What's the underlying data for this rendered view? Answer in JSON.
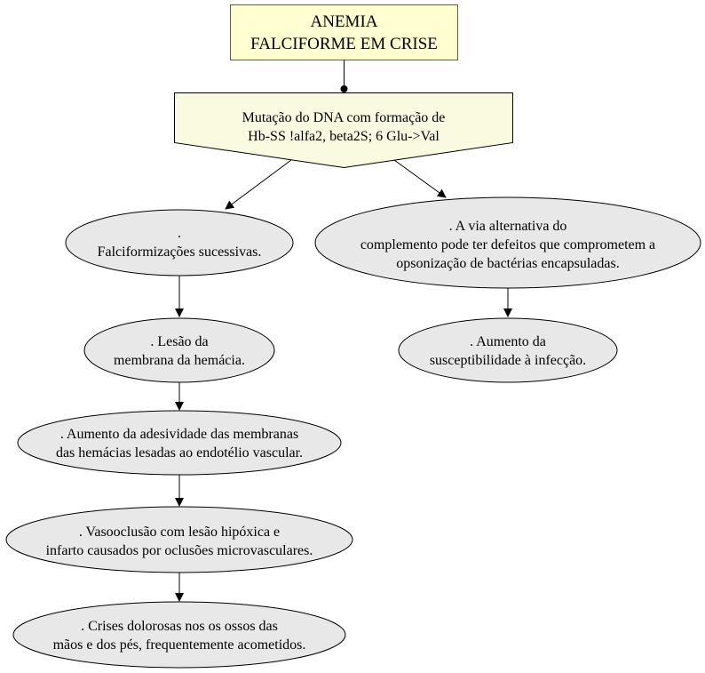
{
  "colors": {
    "title_fill": "#fefed0",
    "title_border": "#c0303a",
    "mutation_fill": "#fafae0",
    "ellipse_fill": "#e8e8e8",
    "stroke": "#000000"
  },
  "diagram": {
    "title": {
      "line1": "ANEMIA",
      "line2": "FALCIFORME EM CRISE"
    },
    "mutation": {
      "line1": "Mutação do DNA com formação de",
      "line2": "Hb-SS !alfa2, beta2S; 6 Glu->Val"
    },
    "left_chain": [
      {
        "line1": ".",
        "line2": "Falciformizações sucessivas."
      },
      {
        "line1": ". Lesão da",
        "line2": "membrana da hemácia."
      },
      {
        "line1": ". Aumento da adesividade das membranas",
        "line2": "das hemácias lesadas ao endotélio vascular."
      },
      {
        "line1": ". Vasooclusão com lesão hipóxica e",
        "line2": "infarto causados por oclusões microvasculares."
      },
      {
        "line1": ". Crises dolorosas nos os ossos das",
        "line2": "mãos e dos pés, frequentemente acometidos."
      }
    ],
    "right_chain": [
      {
        "line1": ".  A via alternativa do",
        "line2": "complemento pode ter defeitos que comprometem a",
        "line3": "opsonização de bactérias encapsuladas."
      },
      {
        "line1": ". Aumento da",
        "line2": "susceptibilidade à infecção."
      }
    ]
  }
}
